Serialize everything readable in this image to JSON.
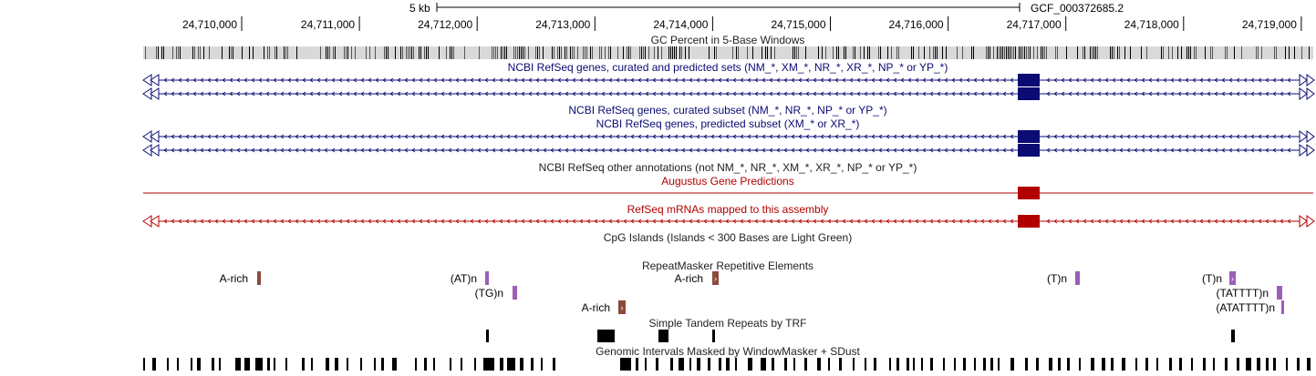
{
  "colors": {
    "ncbi_blue": "#0b0b74",
    "red": "#b20000",
    "gray_text": "#222222",
    "purple": "#9b5fb8",
    "brown": "#8a4a3a",
    "black": "#000000"
  },
  "ruler": {
    "scale_label": "5 kb",
    "assembly_label": "GCF_000372685.2",
    "ticks": [
      {
        "value": 24710000,
        "label": "24,710,000"
      },
      {
        "value": 24711000,
        "label": "24,711,000"
      },
      {
        "value": 24712000,
        "label": "24,712,000"
      },
      {
        "value": 24713000,
        "label": "24,713,000"
      },
      {
        "value": 24714000,
        "label": "24,714,000"
      },
      {
        "value": 24715000,
        "label": "24,715,000"
      },
      {
        "value": 24716000,
        "label": "24,716,000"
      },
      {
        "value": 24717000,
        "label": "24,717,000"
      },
      {
        "value": 24718000,
        "label": "24,718,000"
      },
      {
        "value": 24719000,
        "label": "24,719,000"
      }
    ]
  },
  "tracks": {
    "gc_percent": {
      "title": "GC Percent in 5-Base Windows"
    },
    "refseq_all": {
      "title": "NCBI RefSeq genes, curated and predicted sets (NM_*, XM_*, NR_*, XR_*, NP_* or YP_*)",
      "color": "ncbi_blue"
    },
    "refseq_curated": {
      "title": "NCBI RefSeq genes, curated subset (NM_*, NR_*, NP_* or YP_*)"
    },
    "refseq_predicted": {
      "title": "NCBI RefSeq genes, predicted subset (XM_* or XR_*)",
      "color": "ncbi_blue"
    },
    "refseq_other": {
      "title": "NCBI RefSeq other annotations (not NM_*, NR_*, XM_*, XR_*, NP_* or YP_*)"
    },
    "augustus": {
      "title": "Augustus Gene Predictions",
      "color": "red"
    },
    "refseq_mrnas": {
      "title": "RefSeq mRNAs mapped to this assembly",
      "color": "red"
    },
    "cpg": {
      "title": "CpG Islands (Islands < 300 Bases are Light Green)"
    },
    "repeatmasker": {
      "title": "RepeatMasker Repetitive Elements",
      "items": [
        {
          "label": "A-rich",
          "class": "brown"
        },
        {
          "label": "(AT)n",
          "class": "purple"
        },
        {
          "label": "(TG)n",
          "class": "purple"
        },
        {
          "label": "A-rich",
          "class": "brown",
          "arrow": "›"
        },
        {
          "label": "A-rich",
          "class": "brown",
          "arrow": "›"
        },
        {
          "label": "(T)n",
          "class": "purple"
        },
        {
          "label": "(T)n",
          "class": "purple",
          "arrow": "›"
        },
        {
          "label": "(TATTTT)n",
          "class": "purple"
        },
        {
          "label": "(ATATTTT)n",
          "class": "purple"
        }
      ]
    },
    "trf": {
      "title": "Simple Tandem Repeats by TRF"
    },
    "windowmasker": {
      "title": "Genomic Intervals Masked by WindowMasker + SDust"
    }
  }
}
